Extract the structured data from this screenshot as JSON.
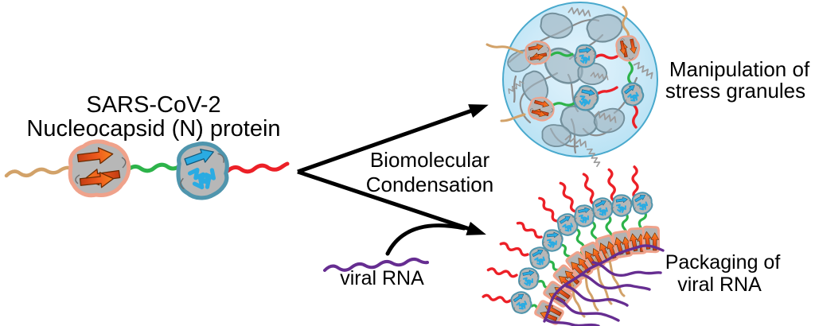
{
  "labels": {
    "title_line1": "SARS-CoV-2",
    "title_line2": "Nucleocapsid (N) protein",
    "process_line1": "Biomolecular",
    "process_line2": "Condensation",
    "viral_rna": "viral RNA",
    "stress_line1": "Manipulation of",
    "stress_line2": "stress granules",
    "packaging_line1": "Packaging of",
    "packaging_line2": "viral RNA"
  },
  "colors": {
    "n_terminal_tail_tan": "#d2a269",
    "linker_green": "#2db34a",
    "c_terminal_tail_red": "#ec2027",
    "viral_rna_purple": "#662d91",
    "beta_arrow_orange": "#ee5a1e",
    "beta_arrow_outline": "#6b2a00",
    "helix_cyan": "#2aabe2",
    "domain_fill_gray": "#b7b7b7",
    "ntd_outline_salmon": "#efa28b",
    "ctd_outline_teal": "#4f95ad",
    "granule_fill_blue": "#cdeaf8",
    "granule_outline": "#49a9cd",
    "granule_protein_fill": "#9fb6c2",
    "granule_protein_outline": "#74909c",
    "strand_gray": "#8b8b8b",
    "rna_coil_gray": "#9a9a9a",
    "arrow_black": "#000000"
  }
}
